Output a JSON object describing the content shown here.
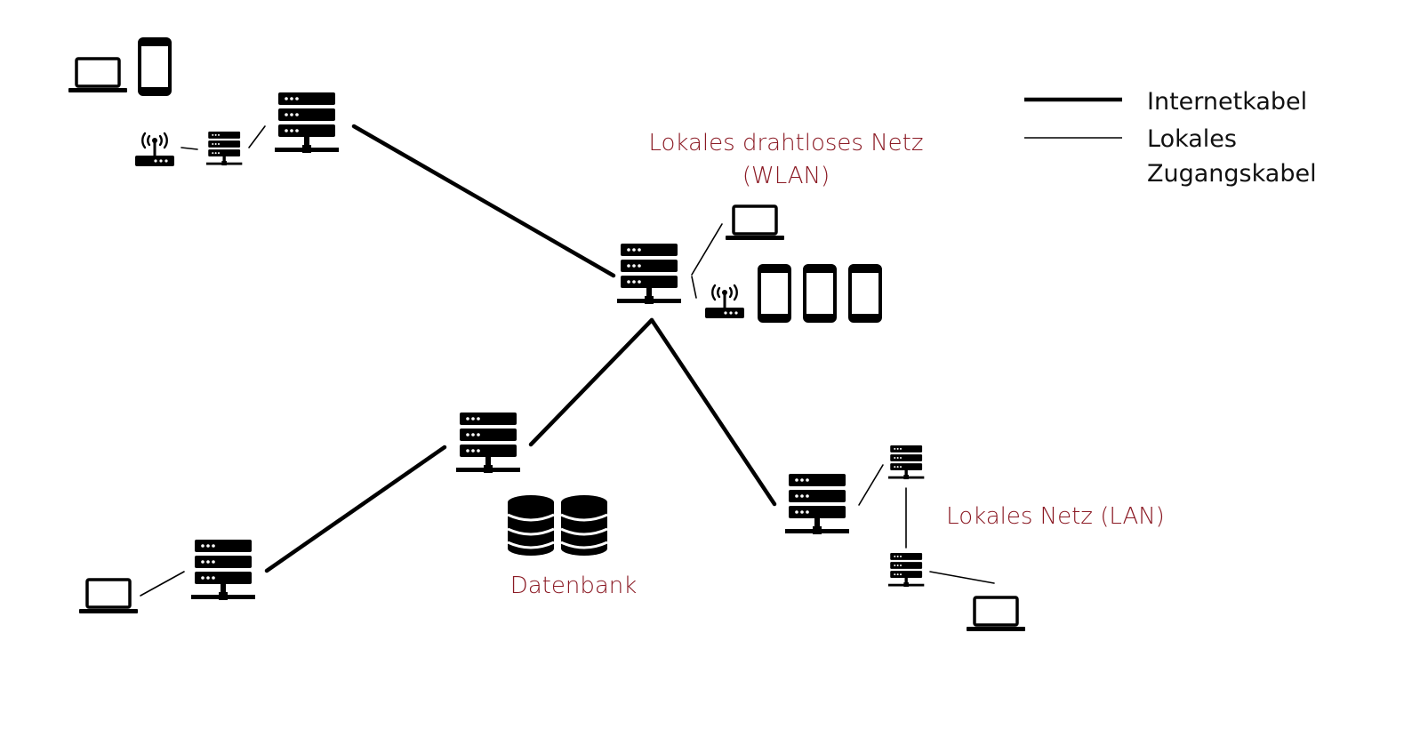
{
  "colors": {
    "ink": "#000000",
    "label_red": "#8b1a24",
    "legend_text": "#111111"
  },
  "legend": {
    "internet_cable": "Internetkabel",
    "local_cable_line1": "Lokales",
    "local_cable_line2": "Zugangskabel"
  },
  "labels": {
    "wlan_line1": "Lokales drahtloses Netz",
    "wlan_line2": "(WLAN)",
    "database": "Datenbank",
    "lan": "Lokales Netz (LAN)"
  },
  "icons": {
    "server": "server-icon",
    "laptop": "laptop-icon",
    "smartphone": "smartphone-icon",
    "router": "wifi-router-icon",
    "database": "database-icon"
  }
}
